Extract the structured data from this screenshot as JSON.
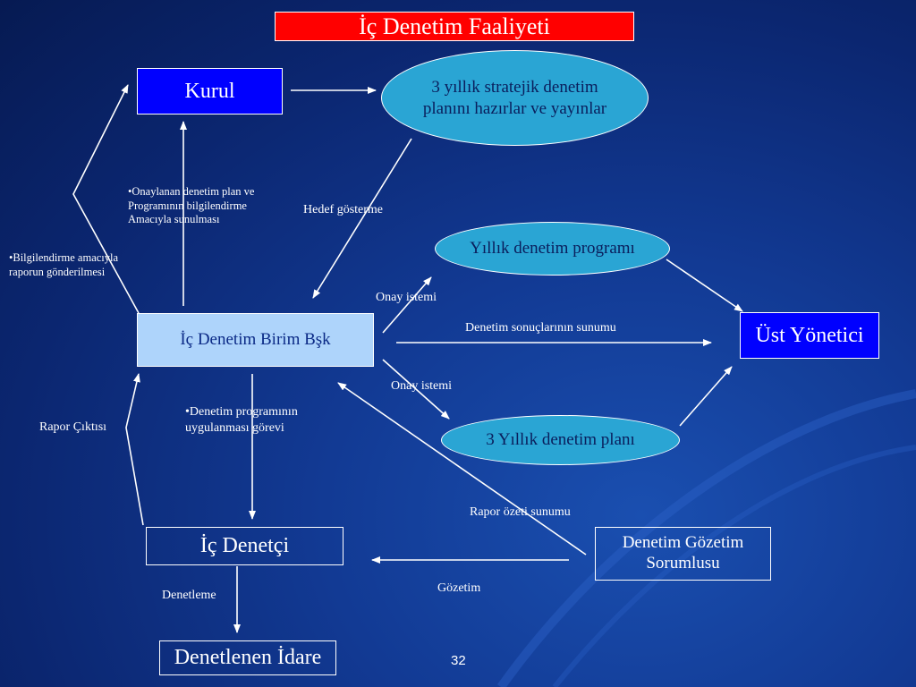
{
  "title": "İç Denetim Faaliyeti",
  "nodes": {
    "kurul": "Kurul",
    "stratejik_plan": "3 yıllık stratejik denetim planını hazırlar ve yayınlar",
    "yillik_program": "Yıllık denetim programı",
    "ic_denetim_birim": "İç Denetim Birim Bşk",
    "ust_yonetici": "Üst Yönetici",
    "uc_yillik_plan": "3 Yıllık denetim planı",
    "ic_denetci": "İç Denetçi",
    "gozetim_sorumlusu": "Denetim Gözetim Sorumlusu",
    "denetlenen_idare": "Denetlenen İdare"
  },
  "edge_labels": {
    "onaylanan_plan": "•Onaylanan denetim plan ve Programının bilgilendirme Amacıyla sunulması",
    "bilgilendirme": "•Bilgilendirme amacıyla raporun gönderilmesi",
    "hedef_gosterme": "Hedef gösterme",
    "onay_istemi_1": "Onay istemi",
    "denetim_sonuclari": "Denetim sonuçlarının sunumu",
    "onay_istemi_2": "Onay istemi",
    "program_gorevi": "•Denetim programının uygulanması görevi",
    "rapor_ciktisi": "Rapor Çıktısı",
    "rapor_ozeti": "Rapor özeti sunumu",
    "denetleme": "Denetleme",
    "gozetim": "Gözetim"
  },
  "page_number": "32",
  "colors": {
    "title_bg": "#ff0000",
    "blue_box": "#0000ff",
    "light_box": "#aed4fb",
    "ellipse": "#2aa5d4",
    "background": "#123a94"
  }
}
